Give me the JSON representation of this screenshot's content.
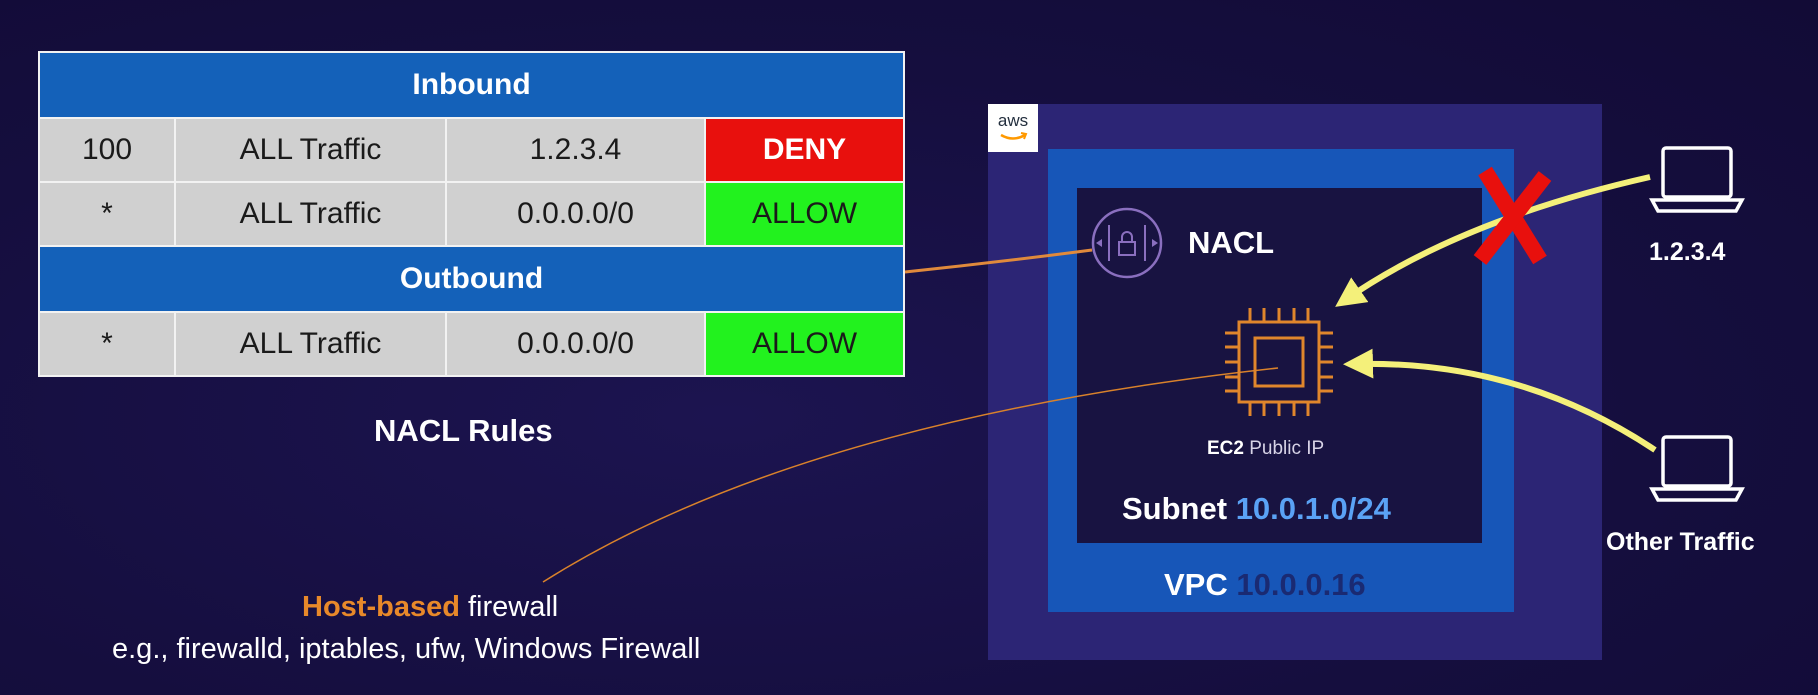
{
  "table": {
    "inbound_header": "Inbound",
    "inbound_rows": [
      {
        "rule": "100",
        "type": "ALL Traffic",
        "source": "1.2.3.4",
        "action": "DENY"
      },
      {
        "rule": "*",
        "type": "ALL Traffic",
        "source": "0.0.0.0/0",
        "action": "ALLOW"
      }
    ],
    "outbound_header": "Outbound",
    "outbound_rows": [
      {
        "rule": "*",
        "type": "ALL Traffic",
        "destination": "0.0.0.0/0",
        "action": "ALLOW"
      }
    ]
  },
  "table_caption": "NACL Rules",
  "firewall_note": {
    "highlight": "Host-based",
    "rest": " firewall",
    "examples": "e.g., firewalld, iptables, ufw, Windows Firewall"
  },
  "aws_label": "aws",
  "nacl_label": "NACL",
  "ec2": {
    "name": "EC2",
    "detail": "Public IP"
  },
  "subnet": {
    "label": "Subnet",
    "cidr": "10.0.1.0/24"
  },
  "vpc": {
    "label": "VPC",
    "cidr": "10.0.0.16"
  },
  "clients": {
    "blocked_ip": "1.2.3.4",
    "other": "Other Traffic"
  },
  "colors": {
    "background": "#160f42",
    "header_blue": "#1461b9",
    "deny_red": "#e8100d",
    "allow_green": "#22f21e",
    "cell_gray": "#d0d0d0",
    "vpc_outer": "#2c2575",
    "vpc_blue": "#1756b8",
    "subnet_dark": "#181341",
    "ec2_orange": "#e0862c",
    "arrow_yellow": "#f4f07a",
    "x_red": "#e8100d",
    "subnet_cidr": "#5aa2f5",
    "vpc_cidr": "#1a2a72",
    "nacl_purple": "#8a6fbf",
    "highlight_orange": "#e8892a"
  },
  "icons": [
    "nacl-icon",
    "ec2-chip-icon",
    "computer-icon",
    "blocked-x-icon",
    "aws-logo-icon"
  ]
}
